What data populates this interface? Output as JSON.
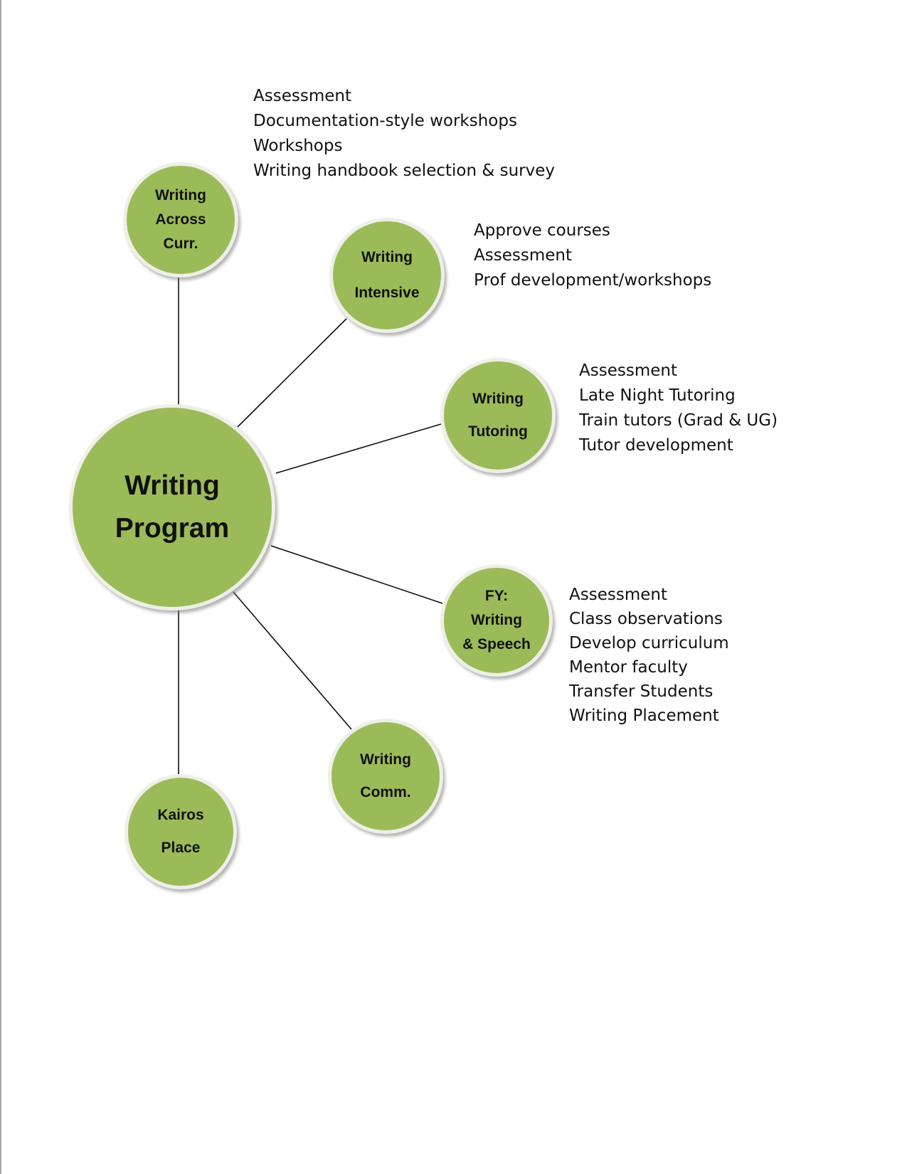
{
  "fill_color": "#9bbb59",
  "ring_color": "#eef0e8",
  "center": {
    "lines": [
      "Writing",
      "Program"
    ]
  },
  "nodes": [
    {
      "id": "wac",
      "lines": [
        "Writing",
        "Across",
        "Curr."
      ],
      "items": [
        "Assessment",
        "Documentation-style workshops",
        "Workshops",
        "Writing handbook selection & survey"
      ]
    },
    {
      "id": "wi",
      "lines": [
        "Writing",
        "Intensive"
      ],
      "items": [
        "Approve courses",
        "Assessment",
        "Prof development/workshops"
      ]
    },
    {
      "id": "wt",
      "lines": [
        "Writing",
        "Tutoring"
      ],
      "items": [
        "Assessment",
        "Late Night Tutoring",
        "Train tutors (Grad & UG)",
        "Tutor development"
      ]
    },
    {
      "id": "fy",
      "lines": [
        "FY:",
        "Writing",
        "& Speech"
      ],
      "items": [
        "Assessment",
        "Class observations",
        "Develop curriculum",
        "Mentor faculty",
        "Transfer Students",
        "Writing Placement"
      ]
    },
    {
      "id": "wc",
      "lines": [
        "Writing",
        "Comm."
      ],
      "items": []
    },
    {
      "id": "kp",
      "lines": [
        "Kairos",
        "Place"
      ],
      "items": []
    }
  ]
}
